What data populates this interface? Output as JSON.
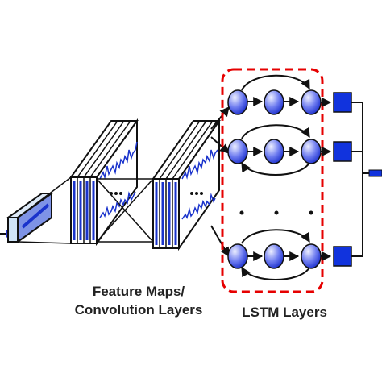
{
  "labels": {
    "feature_maps_line1": "Feature Maps/",
    "feature_maps_line2": "Convolution Layers",
    "lstm": "LSTM Layers"
  },
  "colors": {
    "stroke": "#111111",
    "lstm_box": "#e60000",
    "node_light": "#eef0ff",
    "node_dark": "#1a2ecc",
    "output_square": "#1133dd",
    "signal": "#2233cc",
    "input_box": "#cfe3f7"
  },
  "icons": {
    "lstm_node": "gradient-ellipse",
    "output_unit": "blue-square",
    "ellipsis": "dots"
  }
}
